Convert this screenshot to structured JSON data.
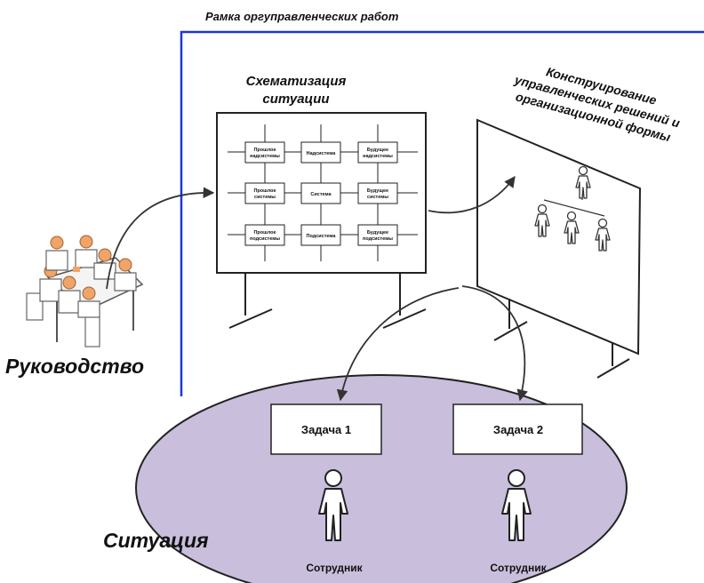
{
  "frame": {
    "title": "Рамка оргуправленческих работ"
  },
  "leadership": {
    "label": "Руководство"
  },
  "schematization": {
    "title_line1": "Схематизация",
    "title_line2": "ситуации",
    "grid": [
      [
        "Прошлое надсистемы",
        "Надсистема",
        "Будущее надсистемы"
      ],
      [
        "Прошлое системы",
        "Система",
        "Будущее системы"
      ],
      [
        "Прошлое подсистемы",
        "Подсистема",
        "Будущее подсистемы"
      ]
    ]
  },
  "construction": {
    "line1": "Конструирование",
    "line2": "управленческих решений и",
    "line3": "организационной формы"
  },
  "situation": {
    "label": "Ситуация",
    "tasks": [
      "Задача 1",
      "Задача 2"
    ],
    "employees": [
      "Сотрудник",
      "Сотрудник"
    ]
  },
  "colors": {
    "frame": "#1f35d6",
    "ellipse": "#c9bfdc",
    "outline": "#222222",
    "arrow": "#333333"
  }
}
